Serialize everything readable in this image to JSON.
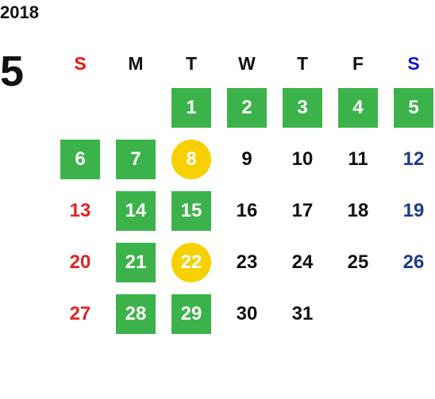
{
  "calendar": {
    "year": "2018",
    "month": "5",
    "weekdays": [
      "S",
      "M",
      "T",
      "W",
      "T",
      "F",
      "S"
    ],
    "colors": {
      "green": "#3cb34a",
      "yellow": "#f7d000",
      "sunday": "#e02424",
      "saturday": "#1f3b8a",
      "text": "#111111"
    },
    "weeks": [
      [
        {
          "label": ""
        },
        {
          "label": ""
        },
        {
          "label": "1",
          "state": "green"
        },
        {
          "label": "2",
          "state": "green"
        },
        {
          "label": "3",
          "state": "green"
        },
        {
          "label": "4",
          "state": "green"
        },
        {
          "label": "5",
          "state": "green"
        }
      ],
      [
        {
          "label": "6",
          "state": "green"
        },
        {
          "label": "7",
          "state": "green"
        },
        {
          "label": "8",
          "state": "yellow"
        },
        {
          "label": "9",
          "state": "plain"
        },
        {
          "label": "10",
          "state": "plain"
        },
        {
          "label": "11",
          "state": "plain"
        },
        {
          "label": "12",
          "state": "plain"
        }
      ],
      [
        {
          "label": "13",
          "state": "plain"
        },
        {
          "label": "14",
          "state": "green"
        },
        {
          "label": "15",
          "state": "green"
        },
        {
          "label": "16",
          "state": "plain"
        },
        {
          "label": "17",
          "state": "plain"
        },
        {
          "label": "18",
          "state": "plain"
        },
        {
          "label": "19",
          "state": "plain"
        }
      ],
      [
        {
          "label": "20",
          "state": "plain"
        },
        {
          "label": "21",
          "state": "green"
        },
        {
          "label": "22",
          "state": "yellow"
        },
        {
          "label": "23",
          "state": "plain"
        },
        {
          "label": "24",
          "state": "plain"
        },
        {
          "label": "25",
          "state": "plain"
        },
        {
          "label": "26",
          "state": "plain"
        }
      ],
      [
        {
          "label": "27",
          "state": "plain"
        },
        {
          "label": "28",
          "state": "green"
        },
        {
          "label": "29",
          "state": "green"
        },
        {
          "label": "30",
          "state": "plain"
        },
        {
          "label": "31",
          "state": "plain"
        },
        {
          "label": ""
        },
        {
          "label": ""
        }
      ]
    ]
  }
}
